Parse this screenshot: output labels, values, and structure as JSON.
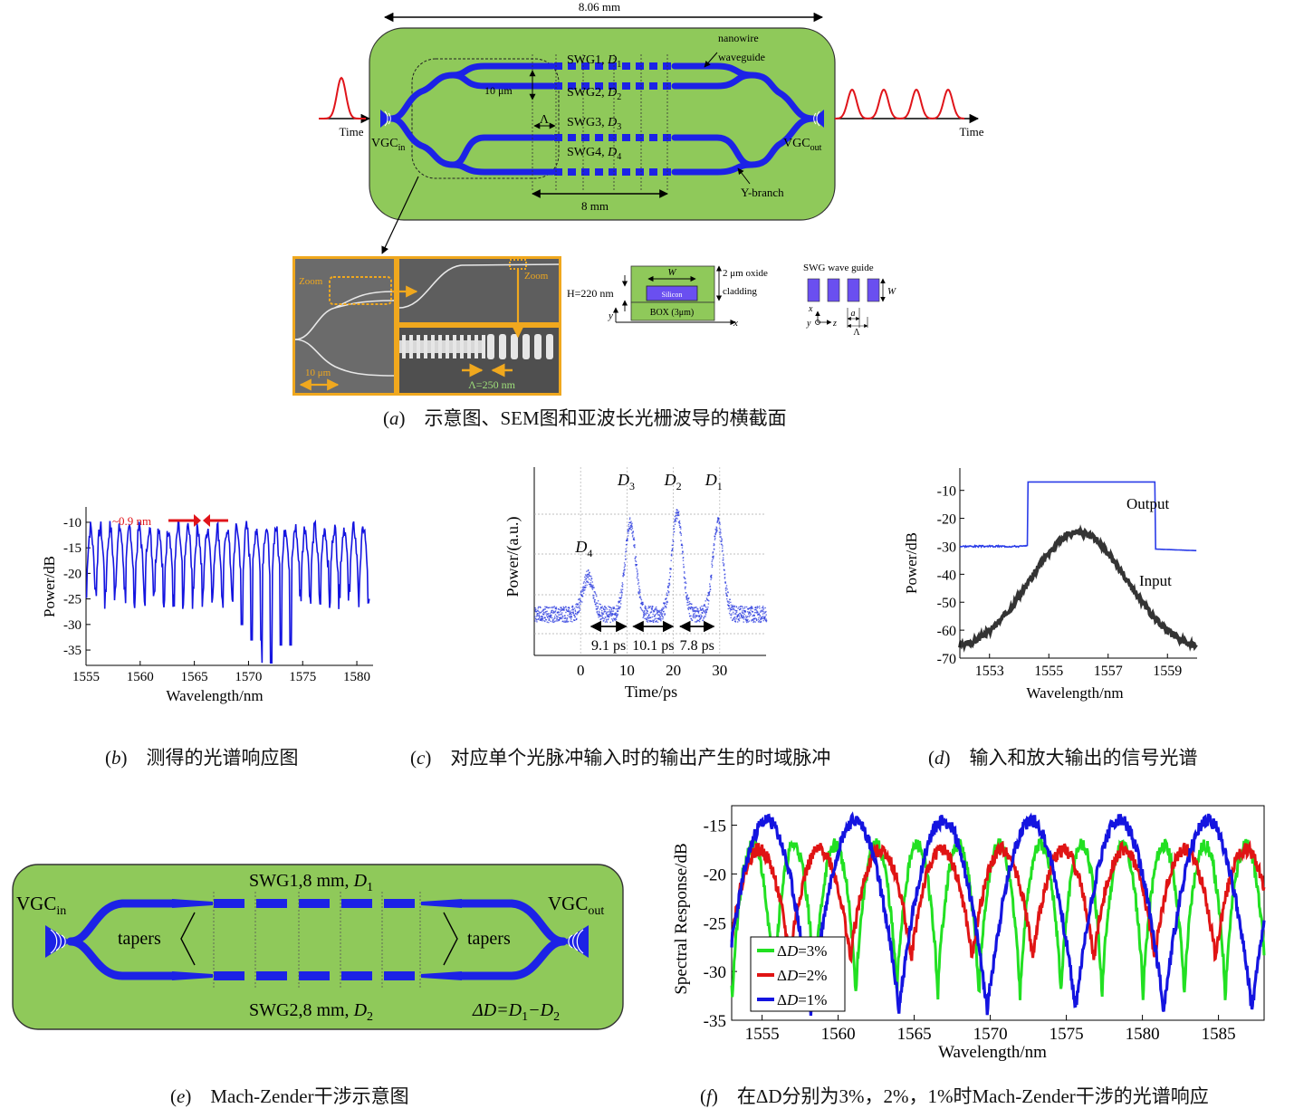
{
  "panel_a": {
    "dimension_total": "8.06 mm",
    "label_nanowire": "nanowire",
    "label_waveguide": "waveguide",
    "swg": [
      {
        "name": "SWG1, ",
        "sym": "D",
        "sub": "1"
      },
      {
        "name": "SWG2, ",
        "sym": "D",
        "sub": "2"
      },
      {
        "name": "SWG3, ",
        "sym": "D",
        "sub": "3"
      },
      {
        "name": "SWG4, ",
        "sym": "D",
        "sub": "4"
      }
    ],
    "label_10um": "10 μm",
    "label_lambda": "Λ",
    "label_8mm": "8 mm",
    "label_ybranch": "Y-branch",
    "label_time_in": "Time",
    "label_time_out": "Time",
    "vgc_in": "VGC",
    "vgc_in_sub": "in",
    "vgc_out": "VGC",
    "vgc_out_sub": "out",
    "sem_zoom1": "Zoom",
    "sem_zoom2": "Zoom",
    "sem_scale": "10 μm",
    "sem_period": "Λ=250 nm",
    "xs_W": "W",
    "xs_oxide": "2 μm oxide",
    "xs_cladding": "cladding",
    "xs_H": "H=220 nm",
    "xs_silicon": "Silicon",
    "xs_box": "BOX (3μm)",
    "xs_x": "x",
    "xs_y": "y",
    "swg_wg_title": "SWG wave guide",
    "swg_wg_W": "W",
    "swg_wg_x": "x",
    "swg_wg_yz": "y",
    "swg_wg_z": "z",
    "swg_wg_a": "a",
    "swg_wg_lambda": "Λ"
  },
  "captions": {
    "a_letter": "a",
    "a_text": "示意图、SEM图和亚波长光栅波导的横截面",
    "b_letter": "b",
    "b_text": "测得的光谱响应图",
    "c_letter": "c",
    "c_text": "对应单个光脉冲输入时的输出产生的时域脉冲",
    "d_letter": "d",
    "d_text": "输入和放大输出的信号光谱",
    "e_letter": "e",
    "e_text": "Mach-Zender干涉示意图",
    "f_letter": "f",
    "f_text": "在ΔD分别为3%，2%，1%时Mach-Zender干涉的光谱响应"
  },
  "panel_e": {
    "vgc_in": "VGC",
    "vgc_in_sub": "in",
    "vgc_out": "VGC",
    "vgc_out_sub": "out",
    "swg1": "SWG1,8 mm, ",
    "swg1_sym": "D",
    "swg1_sub": "1",
    "swg2": "SWG2,8 mm, ",
    "swg2_sym": "D",
    "swg2_sub": "2",
    "tapers_left": "tapers",
    "tapers_right": "tapers",
    "delta": "ΔD=D",
    "delta_sub1": "1",
    "delta_mid": "−D",
    "delta_sub2": "2"
  },
  "colors": {
    "chip_green": "#8fc95a",
    "waveguide_blue": "#1c22e6",
    "pulse_red": "#e0141a",
    "sem_border": "#f0a81e",
    "series_green": "#22e022",
    "series_red": "#e01414",
    "series_blue": "#1414e0"
  },
  "chart_data": [
    {
      "id": "b",
      "type": "line",
      "xlabel": "Wavelength/nm",
      "ylabel": "Power/dB",
      "xlim": [
        1555,
        1581.5
      ],
      "ylim": [
        -38,
        -7
      ],
      "xticks": [
        1555,
        1560,
        1565,
        1570,
        1575,
        1580
      ],
      "yticks": [
        -10,
        -15,
        -20,
        -25,
        -30,
        -35
      ],
      "annotation": "~0.9 nm",
      "series": [
        {
          "period_nm": 0.9,
          "upper_dB": -11,
          "lower_dB": -20,
          "deep_dips_dB": [
            -33,
            -37.5,
            -34,
            -30
          ]
        }
      ]
    },
    {
      "id": "c",
      "type": "line",
      "xlabel": "Time/ps",
      "ylabel": "Power/(a.u.)",
      "xlim": [
        -10,
        40
      ],
      "xticks": [
        0,
        10,
        20,
        30
      ],
      "peak_labels": [
        {
          "sym": "D",
          "sub": "4",
          "t": 1.5
        },
        {
          "sym": "D",
          "sub": "3",
          "t": 10.6
        },
        {
          "sym": "D",
          "sub": "2",
          "t": 20.7
        },
        {
          "sym": "D",
          "sub": "1",
          "t": 29.5
        }
      ],
      "peaks": [
        {
          "t": 1.5,
          "amp": 0.35
        },
        {
          "t": 10.6,
          "amp": 0.85
        },
        {
          "t": 20.7,
          "amp": 0.95
        },
        {
          "t": 29.5,
          "amp": 0.85
        }
      ],
      "intervals": [
        "9.1 ps",
        "10.1 ps",
        "7.8 ps"
      ]
    },
    {
      "id": "d",
      "type": "line",
      "xlabel": "Wavelength/nm",
      "ylabel": "Power/dB",
      "xlim": [
        1552,
        1560
      ],
      "ylim": [
        -70,
        -2
      ],
      "xticks": [
        1553,
        1555,
        1557,
        1559
      ],
      "yticks": [
        -10,
        -20,
        -30,
        -40,
        -50,
        -60,
        -70
      ],
      "series": [
        {
          "name": "Output",
          "baseline_dB": -30,
          "peak_dB": -6,
          "peak_nm": 1556
        },
        {
          "name": "Input",
          "floor_dB": -68,
          "peak_dB": -25,
          "peak_nm": 1556
        }
      ]
    },
    {
      "id": "f",
      "type": "line",
      "xlabel": "Wavelength/nm",
      "ylabel": "Spectral Response/dB",
      "xlim": [
        1553,
        1588
      ],
      "ylim": [
        -35,
        -13
      ],
      "xticks": [
        1555,
        1560,
        1565,
        1570,
        1575,
        1580,
        1585
      ],
      "yticks": [
        -15,
        -20,
        -25,
        -30,
        -35
      ],
      "series": [
        {
          "name": "ΔD=3%",
          "period_nm": 2.7
        },
        {
          "name": "ΔD=2%",
          "period_nm": 4.0
        },
        {
          "name": "ΔD=1%",
          "period_nm": 5.8
        }
      ],
      "legend": [
        {
          "prefix": "Δ",
          "sym": "D",
          "suffix": "=3%"
        },
        {
          "prefix": "Δ",
          "sym": "D",
          "suffix": "=2%"
        },
        {
          "prefix": "Δ",
          "sym": "D",
          "suffix": "=1%"
        }
      ]
    }
  ]
}
